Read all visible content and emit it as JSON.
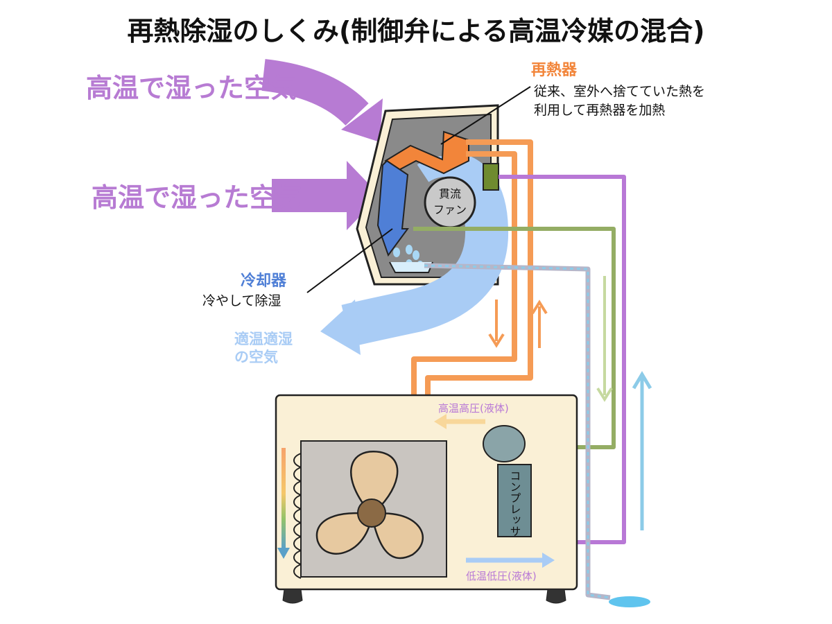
{
  "title": "再熱除湿のしくみ(制御弁による高温冷媒の混合)",
  "air_in_top": "高温で湿った空気",
  "air_in_middle": "高温で湿った空気",
  "reheater": {
    "label": "再熱器",
    "desc_line1": "従来、室外へ捨てていた熱を",
    "desc_line2": "利用して再熱器を加熱"
  },
  "fan": {
    "line1": "貫流",
    "line2": "ファン"
  },
  "cooler": {
    "label": "冷却器",
    "desc": "冷やして除湿"
  },
  "air_out": {
    "line1": "適温適湿",
    "line2": "の空気"
  },
  "high_temp_label": "高温高圧(液体)",
  "low_temp_label": "低温低圧(液体)",
  "compressor_label": "コンプレッサ",
  "colors": {
    "air_in": "#b77bd3",
    "air_out": "#a9ccf5",
    "reheater": "#f2853a",
    "cooler": "#4f7fd6",
    "valve": "#6f8b2f",
    "pipe_orange": "#f59b55",
    "pipe_purple": "#b878d6",
    "pipe_green": "#94ad64",
    "pipe_blue": "#8ccbe8",
    "unit_body": "#faf0d6",
    "indoor_panel": "#8a8a8a"
  }
}
